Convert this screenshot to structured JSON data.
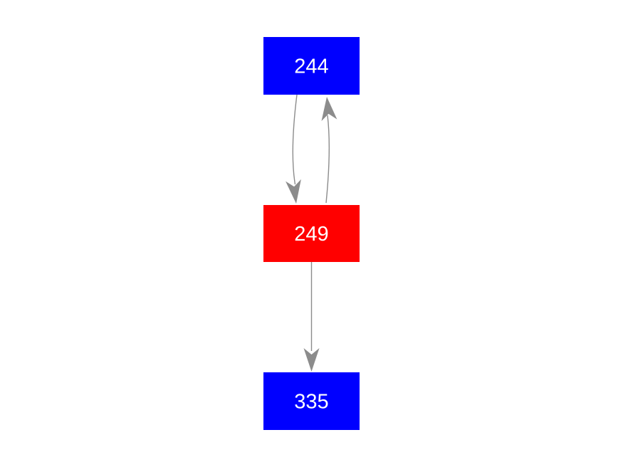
{
  "canvas": {
    "background": "#ffffff"
  },
  "graph": {
    "nodes": [
      {
        "id": "244",
        "label": "244",
        "color": "#0000ff",
        "text_color": "#ffffff"
      },
      {
        "id": "249",
        "label": "249",
        "color": "#ff0000",
        "text_color": "#ffffff"
      },
      {
        "id": "335",
        "label": "335",
        "color": "#0000ff",
        "text_color": "#ffffff"
      }
    ],
    "edges": [
      {
        "from": "244",
        "to": "249",
        "color": "#8c8c8c"
      },
      {
        "from": "249",
        "to": "244",
        "color": "#8c8c8c"
      },
      {
        "from": "249",
        "to": "335",
        "color": "#8c8c8c"
      }
    ]
  }
}
